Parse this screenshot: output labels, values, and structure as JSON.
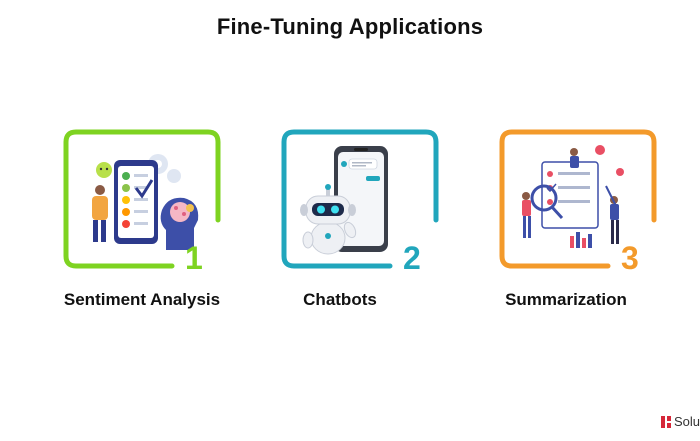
{
  "title": "Fine-Tuning Applications",
  "cards": [
    {
      "number": "1",
      "label": "Sentiment Analysis",
      "color": "#7ED321",
      "icon": "sentiment-analysis-illustration"
    },
    {
      "number": "2",
      "label": "Chatbots",
      "color": "#21A6BC",
      "icon": "chatbot-robot-illustration"
    },
    {
      "number": "3",
      "label": "Summarization",
      "color": "#F39A2B",
      "icon": "summarization-checklist-illustration"
    }
  ],
  "brand": {
    "text": "Solu"
  }
}
